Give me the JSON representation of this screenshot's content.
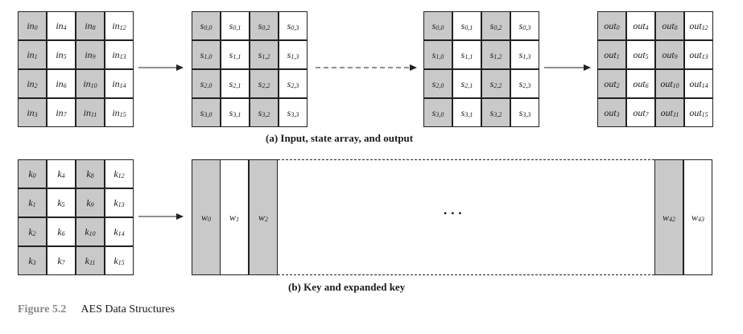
{
  "input_grid": [
    [
      "in",
      "0"
    ],
    [
      "in",
      "4"
    ],
    [
      "in",
      "8"
    ],
    [
      "in",
      "12"
    ],
    [
      "in",
      "1"
    ],
    [
      "in",
      "5"
    ],
    [
      "in",
      "9"
    ],
    [
      "in",
      "13"
    ],
    [
      "in",
      "2"
    ],
    [
      "in",
      "6"
    ],
    [
      "in",
      "10"
    ],
    [
      "in",
      "14"
    ],
    [
      "in",
      "3"
    ],
    [
      "in",
      "7"
    ],
    [
      "in",
      "11"
    ],
    [
      "in",
      "15"
    ]
  ],
  "state_grid": [
    [
      "s",
      "0,0"
    ],
    [
      "s",
      "0,1"
    ],
    [
      "s",
      "0,2"
    ],
    [
      "s",
      "0,3"
    ],
    [
      "s",
      "1,0"
    ],
    [
      "s",
      "1,1"
    ],
    [
      "s",
      "1,2"
    ],
    [
      "s",
      "1,3"
    ],
    [
      "s",
      "2,0"
    ],
    [
      "s",
      "2,1"
    ],
    [
      "s",
      "2,2"
    ],
    [
      "s",
      "2,3"
    ],
    [
      "s",
      "3,0"
    ],
    [
      "s",
      "3,1"
    ],
    [
      "s",
      "3,2"
    ],
    [
      "s",
      "3,3"
    ]
  ],
  "output_grid": [
    [
      "out",
      "0"
    ],
    [
      "out",
      "4"
    ],
    [
      "out",
      "8"
    ],
    [
      "out",
      "12"
    ],
    [
      "out",
      "1"
    ],
    [
      "out",
      "5"
    ],
    [
      "out",
      "9"
    ],
    [
      "out",
      "13"
    ],
    [
      "out",
      "2"
    ],
    [
      "out",
      "6"
    ],
    [
      "out",
      "10"
    ],
    [
      "out",
      "14"
    ],
    [
      "out",
      "3"
    ],
    [
      "out",
      "7"
    ],
    [
      "out",
      "11"
    ],
    [
      "out",
      "15"
    ]
  ],
  "key_grid": [
    [
      "k",
      "0"
    ],
    [
      "k",
      "4"
    ],
    [
      "k",
      "8"
    ],
    [
      "k",
      "12"
    ],
    [
      "k",
      "1"
    ],
    [
      "k",
      "5"
    ],
    [
      "k",
      "9"
    ],
    [
      "k",
      "13"
    ],
    [
      "k",
      "2"
    ],
    [
      "k",
      "6"
    ],
    [
      "k",
      "10"
    ],
    [
      "k",
      "14"
    ],
    [
      "k",
      "3"
    ],
    [
      "k",
      "7"
    ],
    [
      "k",
      "11"
    ],
    [
      "k",
      "15"
    ]
  ],
  "expanded_key": [
    [
      "w",
      "0"
    ],
    [
      "w",
      "1"
    ],
    [
      "w",
      "2"
    ],
    [
      "w",
      "42"
    ],
    [
      "w",
      "43"
    ]
  ],
  "ellipsis": "• • •",
  "caption_a": "(a) Input, state array, and output",
  "caption_b": "(b) Key and expanded key",
  "figure": {
    "number": "Figure 5.2",
    "title": "AES Data Structures"
  },
  "colors": {
    "shaded": "#c9c9c9",
    "line": "#222222"
  }
}
